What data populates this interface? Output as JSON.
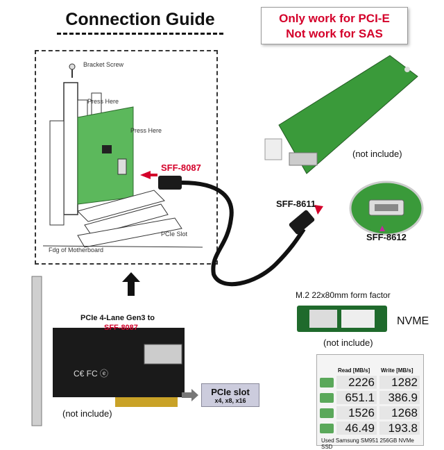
{
  "header": {
    "title": "Connection Guide"
  },
  "warning": {
    "line1": "Only work for PCI-E",
    "line2": "Not work for SAS"
  },
  "install_diagram": {
    "bracket_screw": "Bracket Screw",
    "press_here_1": "Press Here",
    "press_here_2": "Press Here",
    "pcie_slot": "PCIe Slot",
    "motherboard": "Fdg of Motherboard"
  },
  "labels": {
    "sff_8087": "SFF-8087",
    "sff_8611": "SFF-8611",
    "sff_8612": "SFF-8612",
    "not_include_top": "(not include)",
    "not_include_nvme": "(not include)",
    "not_include_bottom": "(not include)",
    "m2_form_factor": "M.2 22x80mm form factor",
    "nvme": "NVME"
  },
  "adapter_card": {
    "line1": "PCIe 4-Lane Gen3 to",
    "line2": "SFF-8087"
  },
  "pcie_slot_tag": {
    "title": "PCIe slot",
    "sizes": "x4, x8, x16"
  },
  "benchmark": {
    "col_read": "Read [MB/s]",
    "col_write": "Write [MB/s]",
    "rows": [
      {
        "read": "2226",
        "write": "1282"
      },
      {
        "read": "651.1",
        "write": "386.9"
      },
      {
        "read": "1526",
        "write": "1268"
      },
      {
        "read": "46.49",
        "write": "193.8"
      }
    ],
    "footer": "Used Samsung SM951 256GB NVMe SSD"
  },
  "colors": {
    "red": "#d4002a",
    "pcb_green": "#3a9a3a",
    "pcb_black": "#1a1a1a"
  }
}
